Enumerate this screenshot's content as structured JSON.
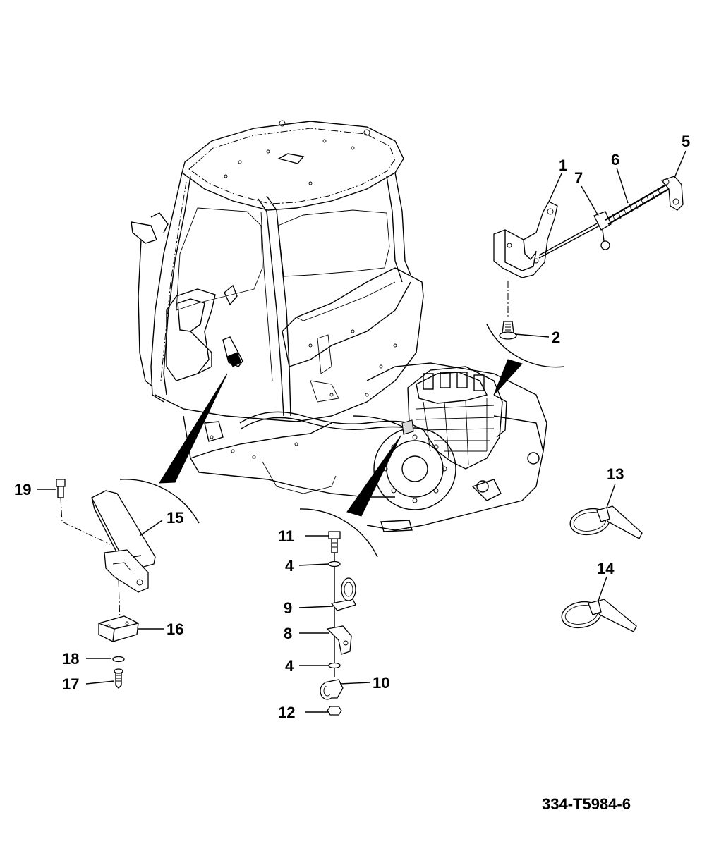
{
  "reference_number": "334-T5984-6",
  "callouts": [
    {
      "id": "c1",
      "label": "1"
    },
    {
      "id": "c2",
      "label": "2"
    },
    {
      "id": "c4a",
      "label": "4"
    },
    {
      "id": "c4b",
      "label": "4"
    },
    {
      "id": "c5",
      "label": "5"
    },
    {
      "id": "c6",
      "label": "6"
    },
    {
      "id": "c7",
      "label": "7"
    },
    {
      "id": "c8",
      "label": "8"
    },
    {
      "id": "c9",
      "label": "9"
    },
    {
      "id": "c10",
      "label": "10"
    },
    {
      "id": "c11",
      "label": "11"
    },
    {
      "id": "c12",
      "label": "12"
    },
    {
      "id": "c13",
      "label": "13"
    },
    {
      "id": "c14",
      "label": "14"
    },
    {
      "id": "c15",
      "label": "15"
    },
    {
      "id": "c16",
      "label": "16"
    },
    {
      "id": "c17",
      "label": "17"
    },
    {
      "id": "c18",
      "label": "18"
    },
    {
      "id": "c19",
      "label": "19"
    }
  ]
}
